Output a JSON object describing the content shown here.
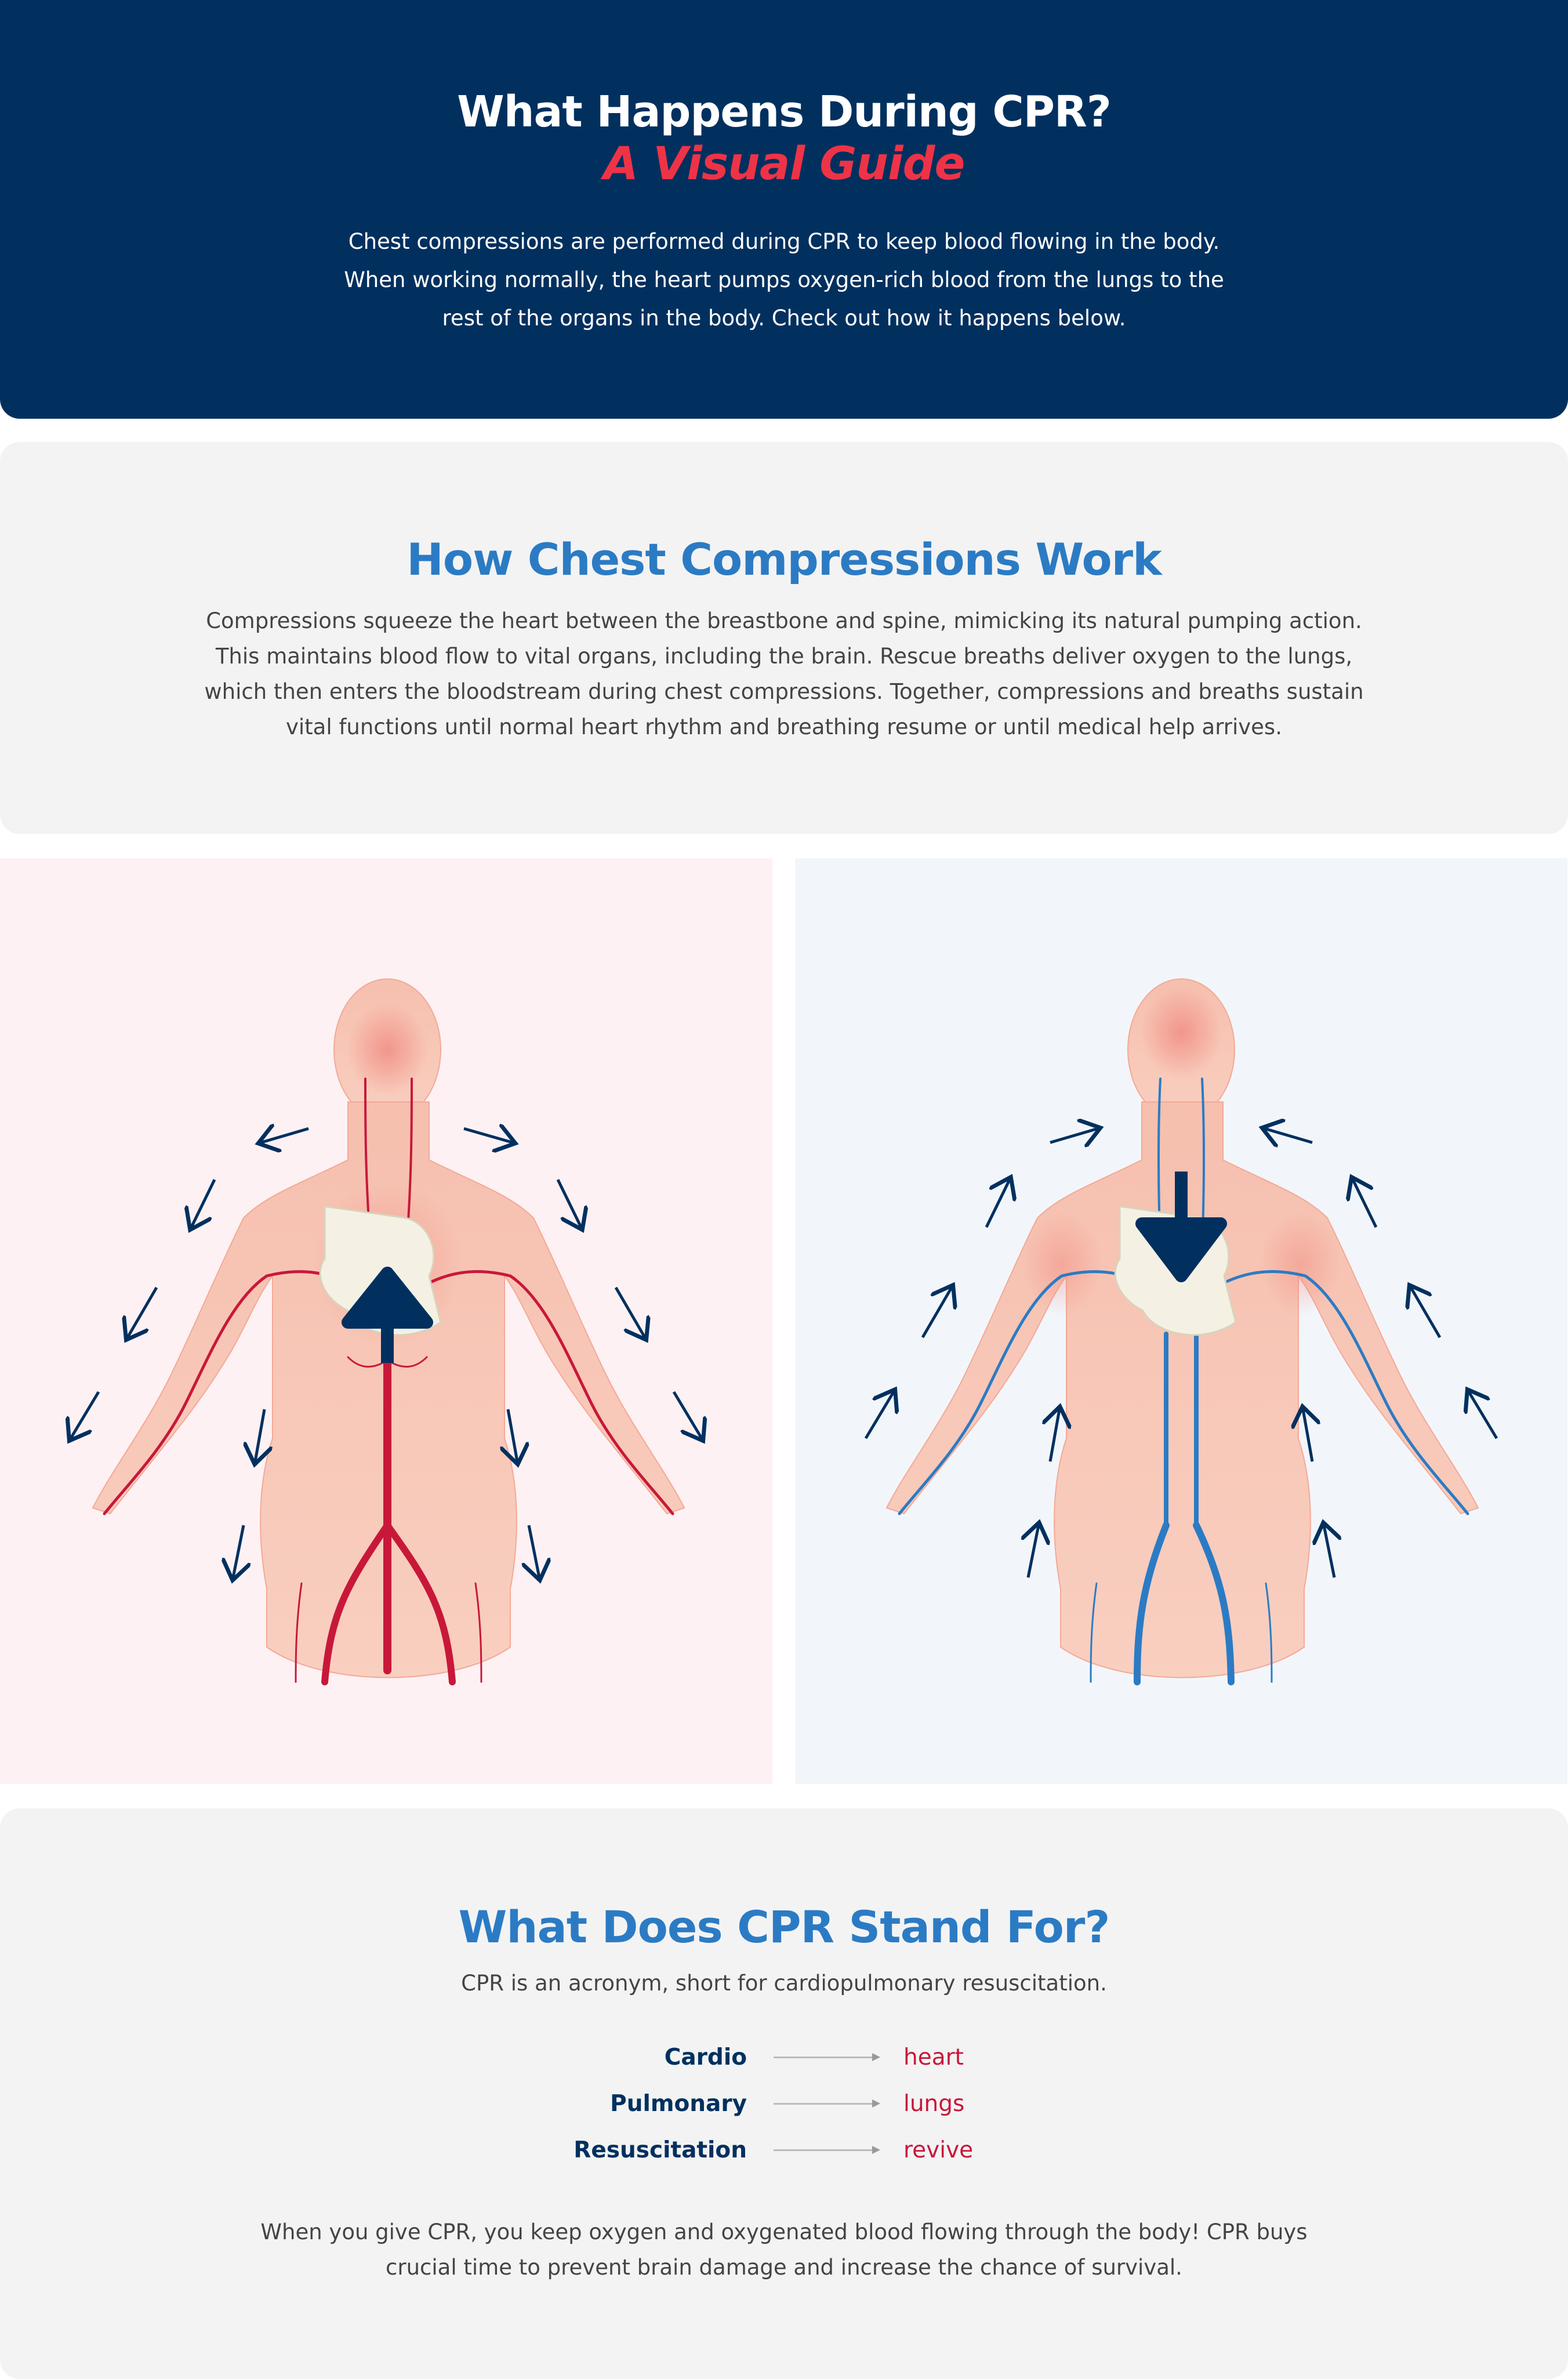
{
  "header": {
    "title": "What Happens During CPR?",
    "subtitle": "A Visual Guide",
    "intro": "Chest compressions are performed during CPR to keep blood flowing in the body. When working normally, the heart pumps oxygen-rich blood from the lungs to the rest of the organs in the body. Check out how it happens below."
  },
  "compressions": {
    "heading": "How Chest Compressions Work",
    "body": "Compressions squeeze the heart between the breastbone and spine, mimicking its natural pumping action. This maintains blood flow to vital organs, including the brain. Rescue breaths deliver oxygen to the lungs, which then enters the bloodstream during chest compressions. Together, compressions and breaths sustain vital functions until normal heart rhythm and breathing resume or until medical help arrives."
  },
  "illustrations": {
    "left": {
      "icon": "arterial-flow-figure",
      "artery_color": "#c8183a",
      "panel_color": "#fdf1f4"
    },
    "right": {
      "icon": "venous-return-figure",
      "vein_color": "#2b7bc4",
      "panel_color": "#f2f6fb"
    },
    "arrow_color": "#01305f"
  },
  "acronym": {
    "heading": "What Does CPR Stand For?",
    "lead": "CPR is an acronym, short for cardiopulmonary resuscitation.",
    "items": [
      {
        "term": "Cardio",
        "meaning": "heart"
      },
      {
        "term": "Pulmonary",
        "meaning": "lungs"
      },
      {
        "term": "Resuscitation",
        "meaning": "revive"
      }
    ],
    "closing": "When you give CPR, you keep oxygen and oxygenated blood flowing through the body! CPR buys crucial time to prevent brain damage and increase the chance of survival."
  },
  "colors": {
    "navy": "#01305f",
    "accent_red": "#ee3347",
    "heading_blue": "#2b7bc4",
    "meaning_red": "#c8183a"
  }
}
